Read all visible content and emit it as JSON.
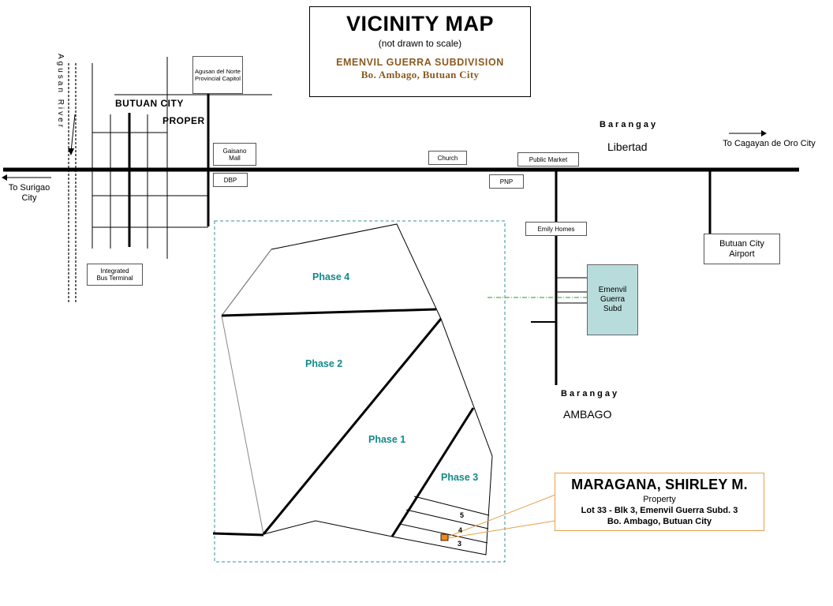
{
  "title": {
    "main": "VICINITY MAP",
    "note": "(not drawn to scale)",
    "subdivision": "EMENVIL GUERRA SUBDIVISION",
    "location": "Bo. Ambago, Butuan City"
  },
  "landmarks": {
    "capitol": "Agusan del Norte Provincial Capitol",
    "gaisano": "Gaisano Mall",
    "dbp": "DBP",
    "church": "Church",
    "public_market": "Public Market",
    "pnp": "PNP",
    "emily_homes": "Emily Homes",
    "bus_terminal": "Integrated Bus Terminal",
    "airport": "Butuan City Airport",
    "emenvil_subd": "Emenvil Guerra Subd"
  },
  "areas": {
    "butuan_city": "BUTUAN CITY",
    "proper": "PROPER",
    "barangay_top": "Barangay",
    "libertad": "Libertad",
    "barangay_bottom": "Barangay",
    "ambago": "AMBAGO",
    "river": "Agusan River"
  },
  "directions": {
    "surigao": "To Surigao City",
    "cagayan": "To  Cagayan de Oro City"
  },
  "phases": {
    "phase4": "Phase 4",
    "phase2": "Phase 2",
    "phase1": "Phase 1",
    "phase3": "Phase 3"
  },
  "lots": [
    "5",
    "4",
    "3"
  ],
  "owner": {
    "name": "MARAGANA, SHIRLEY M.",
    "line1": "Property",
    "line2": "Lot 33 - Blk 3, Emenvil Guerra Subd. 3",
    "line3": "Bo. Ambago, Butuan City"
  },
  "colors": {
    "phase_label": "#128a8a",
    "title_accent": "#8a5a1f",
    "subd_fill": "#b8dcdc",
    "marker_fill": "#f08a1a",
    "callout": "#e8a04a",
    "inset_border": "#3a8f9a",
    "guide_line": "#2a9a2a"
  }
}
